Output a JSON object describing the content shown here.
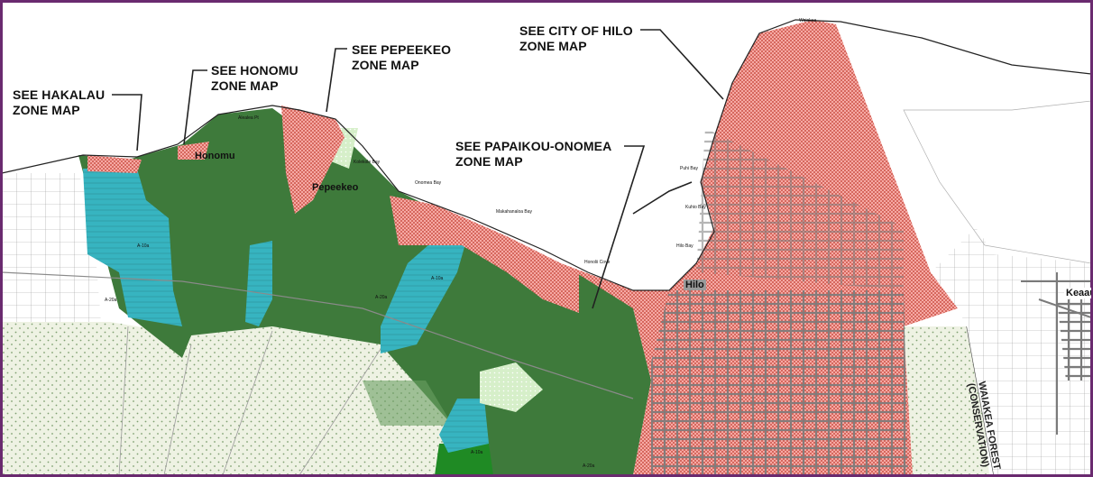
{
  "map": {
    "callouts": {
      "hakalau": [
        "SEE HAKALAU",
        "ZONE MAP"
      ],
      "honomu": [
        "SEE HONOMU",
        "ZONE MAP"
      ],
      "pepeekeo": [
        "SEE PEPEEKEO",
        "ZONE MAP"
      ],
      "hilo": [
        "SEE CITY OF HILO",
        "ZONE MAP"
      ],
      "papaikou": [
        "SEE PAPAIKOU-ONOMEA",
        "ZONE MAP"
      ]
    },
    "towns": {
      "honomu": "Honomu",
      "pepeekeo": "Pepeekeo",
      "hilo": "Hilo",
      "keaau": "Keaau"
    },
    "features": {
      "hilo_bay": "Hilo Bay",
      "puhi_bay": "Puhi Bay",
      "kuhio_bay": "Kuhio Bay",
      "waikea": "Waiakea",
      "honolii_cove": "Honolii Cove",
      "makahanaloa": "Makahanaloa Bay",
      "kolekole": "Kolekole Bay",
      "onomea": "Onomea Bay",
      "alealea": "Alealea Pt"
    },
    "zones": {
      "a20a": "A-20a",
      "a10a": "A-10a"
    },
    "forest": [
      "WAIAKEA FOREST",
      "(CONSERVATION)"
    ],
    "colors": {
      "border": "#6a2a6f",
      "agriculture": "#3f7a3c",
      "urban": "#f4a7a2",
      "residential_ag": "#3bb6c2",
      "conservation": "#eef3e2",
      "roads": "#7d7d7d"
    }
  }
}
